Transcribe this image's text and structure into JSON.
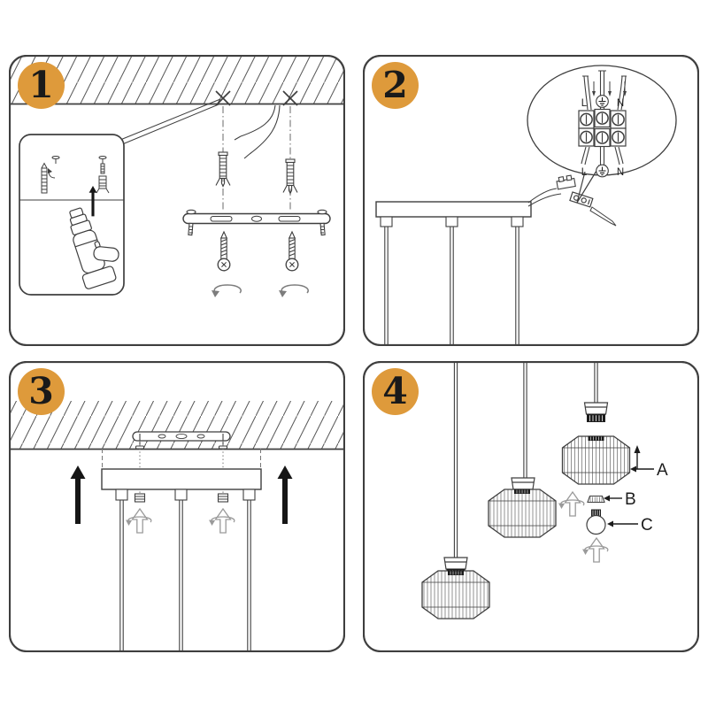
{
  "colors": {
    "accent_orange": "#DE9A3B",
    "line": "#3f3f3f",
    "gray": "#8f8f8f",
    "black": "#161616",
    "background": "#ffffff"
  },
  "steps": [
    {
      "number": "1"
    },
    {
      "number": "2"
    },
    {
      "number": "3"
    },
    {
      "number": "4"
    }
  ],
  "terminal": {
    "top_live": "L",
    "top_neutral": "N",
    "bottom_live": "L",
    "bottom_neutral": "N"
  },
  "parts": {
    "shade": "A",
    "ring": "B",
    "bulb": "C"
  }
}
